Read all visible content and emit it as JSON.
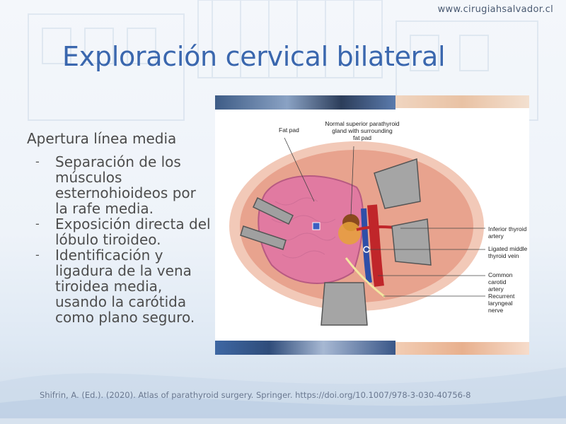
{
  "header": {
    "site_url": "www.cirugiahsalvador.cl"
  },
  "slide": {
    "title": "Exploración cervical bilateral",
    "subtitle": "Apertura línea media",
    "bullets": [
      {
        "dash": "-",
        "text": "Separación de los músculos esternohioideos por la rafe media."
      },
      {
        "dash": "-",
        "text": "Exposición directa del lóbulo tiroideo."
      },
      {
        "dash": "-",
        "text": "Identificación y ligadura de la vena tiroidea media, usando la carótida como plano seguro."
      }
    ]
  },
  "figure": {
    "labels": {
      "fat_pad": "Fat pad",
      "parathyroid_1": "Normal superior parathyroid",
      "parathyroid_2": "gland with surrounding",
      "parathyroid_3": "fat pad",
      "inferior_thyroid_1": "Inferior thyroid",
      "inferior_thyroid_2": "artery",
      "ligated_vein_1": "Ligated middle",
      "ligated_vein_2": "thyroid vein",
      "carotid_1": "Common carotid",
      "carotid_2": "artery",
      "recurrent_1": "Recurrent",
      "recurrent_2": "laryngeal nerve"
    }
  },
  "footer": {
    "citation": "Shifrin, A. (Ed.). (2020). Atlas of parathyroid surgery. Springer. https://doi.org/10.1007/978-3-030-40756-8"
  },
  "colors": {
    "title": "#3a67ae",
    "body_text": "#4d4d4d",
    "tissue": "#e07aa0",
    "artery": "#c0262a",
    "vein": "#2f4fa8",
    "retractor": "#9a9a9a"
  }
}
